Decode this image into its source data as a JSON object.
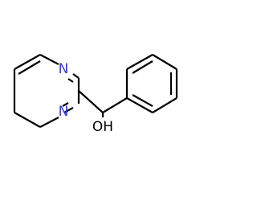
{
  "molecule": {
    "atoms": {
      "n_top": "N",
      "n_bottom": "N",
      "hydroxyl": "OH"
    },
    "colors": {
      "bond": "#000000",
      "nitrogen": "#3a3acc",
      "oxygen_hydrogen": "#000000",
      "background": "#ffffff"
    }
  }
}
